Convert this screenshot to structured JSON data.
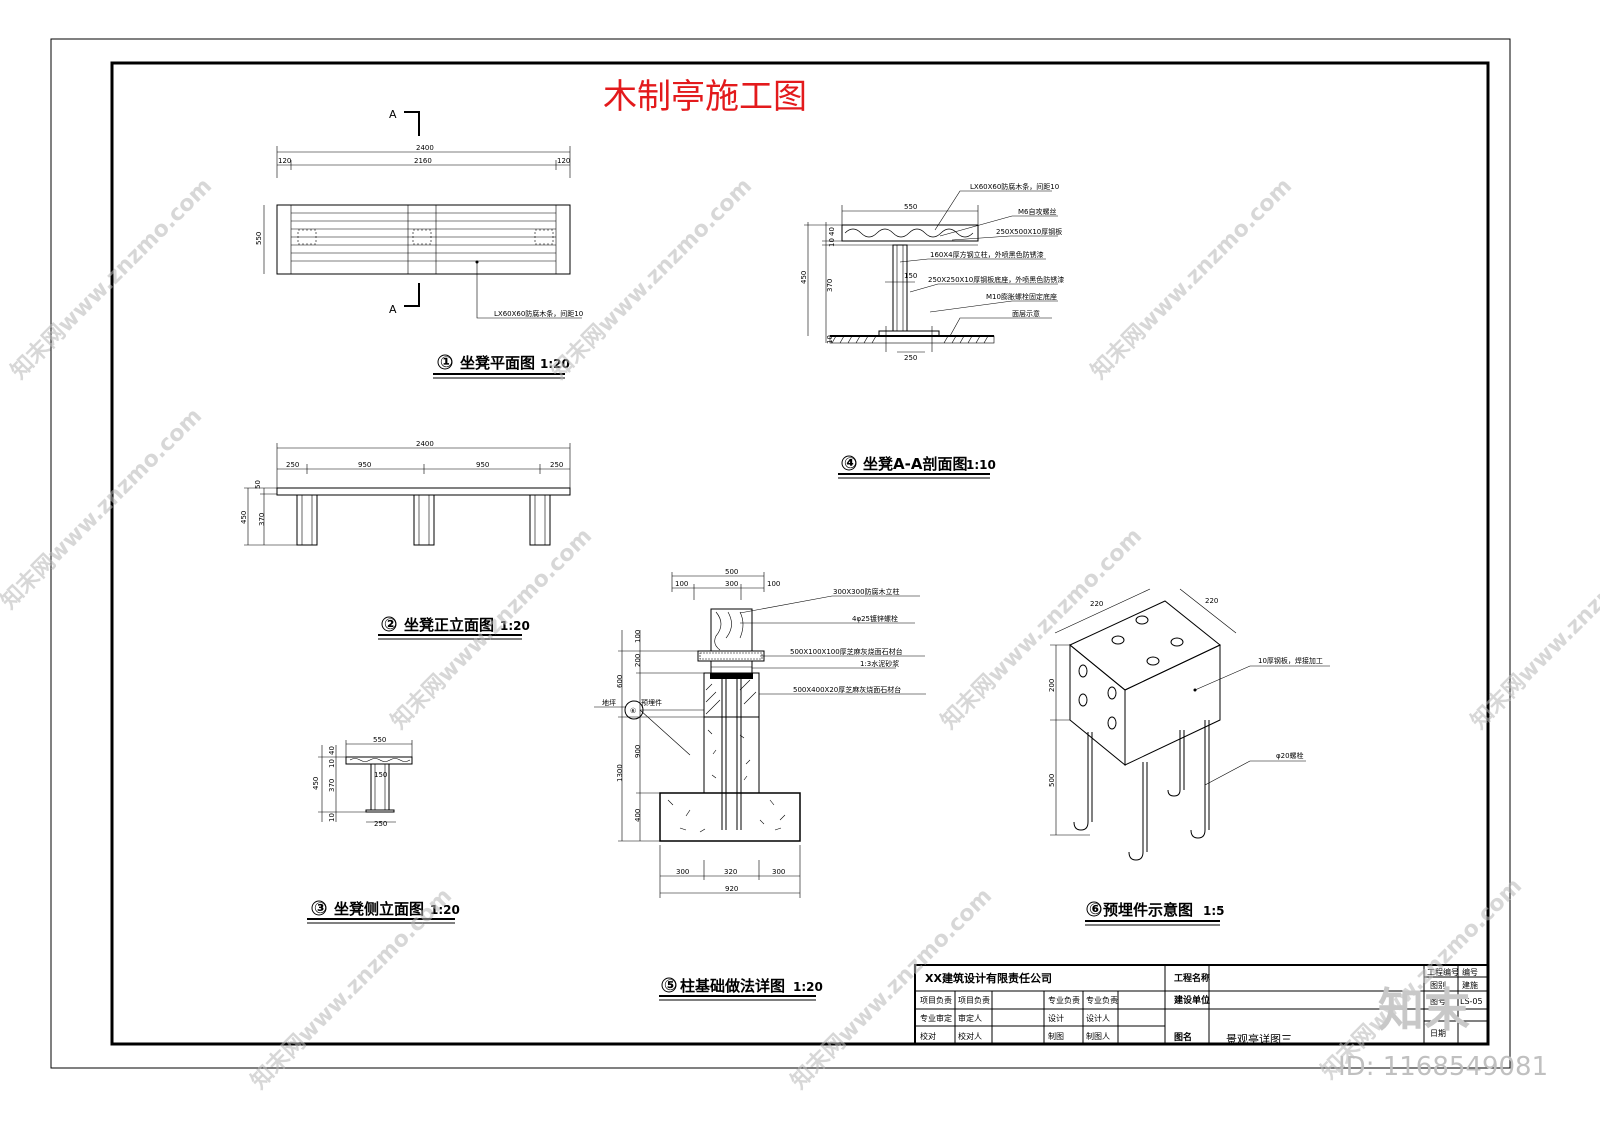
{
  "title": "木制亭施工图",
  "section_marks": {
    "a_top": "A",
    "a_bottom": "A"
  },
  "drawings": {
    "plan": {
      "caption_no": "①",
      "caption": "坐凳平面图",
      "scale": "1:20",
      "dims": {
        "total": "2400",
        "left": "120",
        "mid": "2160",
        "right": "120",
        "depth": "550"
      },
      "note": "LX60X60防腐木条，间距10"
    },
    "front": {
      "caption_no": "②",
      "caption": "坐凳正立面图",
      "scale": "1:20",
      "dims": {
        "total": "2400",
        "d1": "250",
        "d2": "950",
        "d3": "950",
        "d4": "250",
        "h_top": "50",
        "h_total": "450",
        "h_leg": "370"
      }
    },
    "side": {
      "caption_no": "③",
      "caption": "坐凳侧立面图",
      "scale": "1:20",
      "dims": {
        "width": "550",
        "leg": "150",
        "base": "250",
        "h_top": "40",
        "h_mid": "10",
        "h_total": "450",
        "h_leg": "370",
        "h_bot": "10"
      }
    },
    "section": {
      "caption_no": "④",
      "caption": "坐凳A-A剖面图",
      "scale": "1:10",
      "dims": {
        "width": "550",
        "leg": "150",
        "base": "250",
        "h_top": "40",
        "h_mid": "10",
        "h_total": "450",
        "h_leg": "370",
        "h_bot": "10"
      },
      "notes": [
        "LX60X60防腐木条，间距10",
        "M6自攻螺丝",
        "250X500X10厚钢板",
        "160X4厚方钢立柱，外喷黑色防锈漆",
        "250X250X10厚钢板底座，外喷黑色防锈漆",
        "M10膨胀螺栓固定底座",
        "面层示意"
      ]
    },
    "footing": {
      "caption_no": "⑤",
      "caption": "柱基础做法详图",
      "scale": "1:20",
      "dims": {
        "top_total": "500",
        "top_l": "100",
        "top_m": "300",
        "top_r": "100",
        "v1": "100",
        "v2": "200",
        "v3": "600",
        "v4": "900",
        "v5": "1300",
        "v6": "400",
        "b1": "300",
        "b2": "320",
        "b3": "300",
        "b_total": "920"
      },
      "notes": [
        "300X300防腐木立柱",
        "4φ25镀锌螺栓",
        "500X100X100厚芝麻灰烧面石材台",
        "1:3水泥砂浆",
        "500X400X20厚芝麻灰烧面石材台"
      ],
      "ref_label": "地坪",
      "ref_no": "⑥",
      "ref_note": "预埋件"
    },
    "embed": {
      "caption_no": "⑥",
      "caption": "预埋件示意图",
      "scale": "1:5",
      "dims": {
        "w1": "220",
        "w2": "220",
        "h1": "200",
        "h2": "500"
      },
      "notes": [
        "10厚钢板，焊接加工",
        "φ20螺栓"
      ]
    }
  },
  "title_block": {
    "company": "XX建筑设计有限责任公司",
    "project_name_label": "工程名称",
    "client_label": "建设单位",
    "drawing_name_label": "图名",
    "drawing_name": "景观亭详图三",
    "rows": [
      {
        "a": "项目负责",
        "b": "项目负责",
        "c": "专业负责",
        "d": "专业负责"
      },
      {
        "a": "专业审定",
        "b": "审定人",
        "c": "设计",
        "d": "设计人"
      },
      {
        "a": "校对",
        "b": "校对人",
        "c": "制图",
        "d": "制图人"
      }
    ],
    "right": [
      {
        "k": "工程编号",
        "v": "编号"
      },
      {
        "k": "图别",
        "v": "建施"
      },
      {
        "k": "图号",
        "v": "LS-05"
      },
      {
        "k": "日期",
        "v": ""
      }
    ]
  },
  "watermark": {
    "text": "知末网www.znzmo.com",
    "logo": "知末",
    "id": "ID: 1168549081"
  }
}
